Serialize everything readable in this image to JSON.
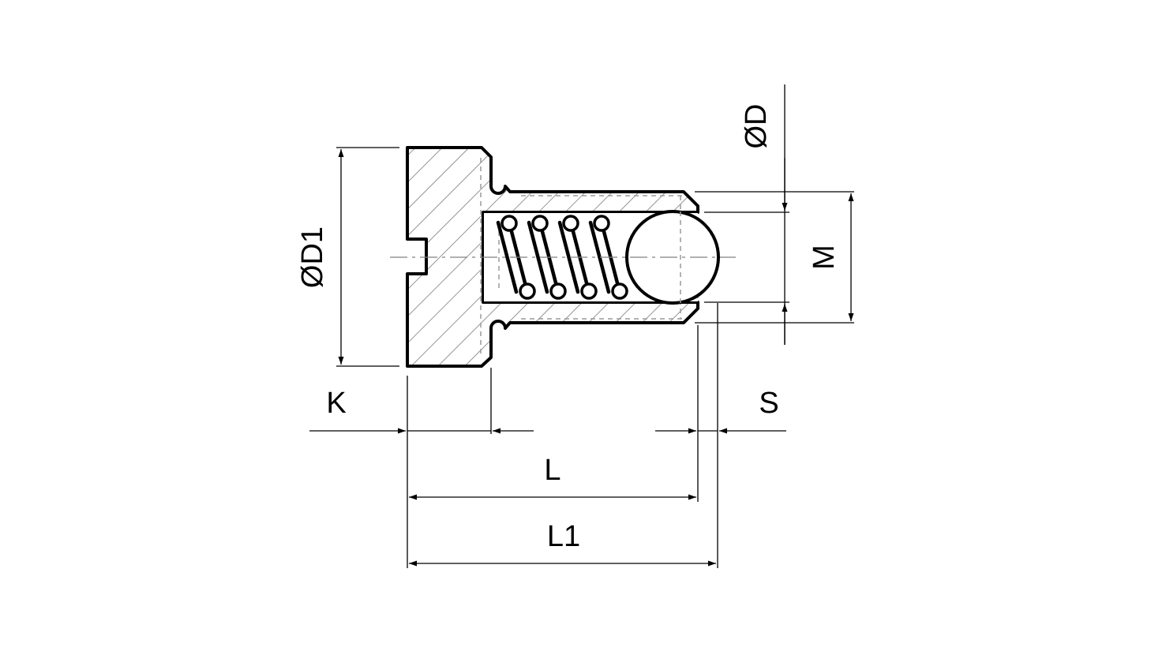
{
  "labels": {
    "diameter_d": "ØD",
    "diameter_d1": "ØD1",
    "thread_m": "M",
    "head_k": "K",
    "stroke_s": "S",
    "length_l": "L",
    "length_l1": "L1"
  },
  "colors": {
    "line": "#000000",
    "hatch": "#7a7a7a",
    "hidden": "#9a9a9a",
    "background": "#ffffff"
  }
}
